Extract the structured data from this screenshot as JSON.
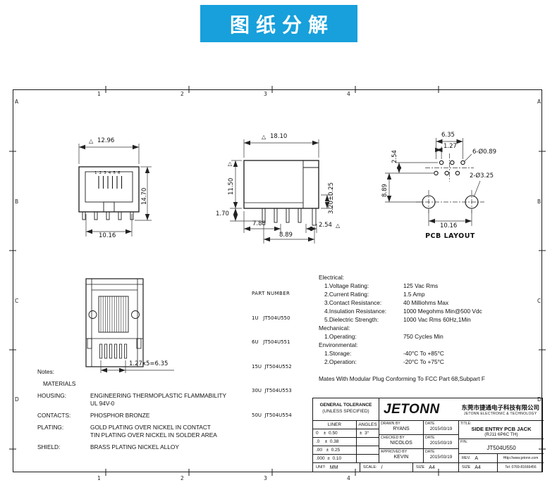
{
  "banner": {
    "title": "图纸分解",
    "bg_color": "#17a0db"
  },
  "zones": {
    "cols": [
      "1",
      "2",
      "3",
      "4"
    ],
    "rows": [
      "A",
      "B",
      "C",
      "D"
    ]
  },
  "symbols": {
    "rev_triangle": "△"
  },
  "views": {
    "front": {
      "pin_numbers": "123456",
      "dims": {
        "width": "12.96",
        "height": "14.70",
        "bottom_width": "10.16"
      }
    },
    "side": {
      "dims": {
        "width": "18.10",
        "height": "11.50",
        "standoff": "1.70",
        "front_depth": "7.88",
        "pin_offset": "2.54",
        "pin_span": "8.89",
        "thickness": "3.20±0.25"
      }
    },
    "pcb": {
      "label": "PCB LAYOUT",
      "dims": {
        "row_span": "6.35",
        "pitch": "1.27",
        "row_gap": "2.54",
        "hole_note_small": "6-Ø0.89",
        "hole_note_big": "2-Ø3.25",
        "vertical": "8.89",
        "mount_span": "10.16"
      }
    },
    "bottom": {
      "dims": {
        "pitch_total": "1.27x5=6.35"
      }
    }
  },
  "part_table": {
    "header": "PART NUMBER",
    "rows": [
      "1U   JT504U550",
      "6U   JT504U551",
      "15U  JT504U552",
      "30U  JT504U553",
      "50U  JT504U554"
    ]
  },
  "specs": {
    "electrical_title": "Electrical:",
    "electrical": [
      {
        "label": "1.Voltage Rating:",
        "value": "125 Vac Rms"
      },
      {
        "label": "2.Current Rating:",
        "value": "1.5 Amp"
      },
      {
        "label": "3.Contact Resistance:",
        "value": "40 Milliohms Max"
      },
      {
        "label": "4.Insulation Resistance:",
        "value": "1000 Megohms Min@500 Vdc"
      },
      {
        "label": "5.Dielectric Strength:",
        "value": "1000 Vac Rms 60Hz,1Min"
      }
    ],
    "mechanical_title": "Mechanical:",
    "mechanical": [
      {
        "label": "1.Operating:",
        "value": "750 Cycles Min"
      }
    ],
    "environmental_title": "Environmental:",
    "environmental": [
      {
        "label": "1.Storage:",
        "value": "-40°C To +85°C"
      },
      {
        "label": "2.Operation:",
        "value": "-20°C To +75°C"
      }
    ],
    "mates_note": "Mates With Modular Plug Conforming To FCC Part 68,Subpart F"
  },
  "notes": {
    "title": "Notes:",
    "materials": "MATERIALS",
    "items": [
      {
        "label": "HOUSING:",
        "line1": "ENGINEERING THERMOPLASTIC FLAMMABILITY",
        "line2": "UL 94V-0"
      },
      {
        "label": "CONTACTS:",
        "line1": "PHOSPHOR BRONZE",
        "line2": ""
      },
      {
        "label": "PLATING:",
        "line1": "GOLD PLATING OVER NICKEL IN CONTACT",
        "line2": "TIN PLATING OVER NICKEL IN SOLDER AREA"
      },
      {
        "label": "SHIELD:",
        "line1": "BRASS PLATING NICKEL ALLOY",
        "line2": ""
      }
    ]
  },
  "titleblock": {
    "general_tolerance_1": "GENERAL TOLERANCE",
    "general_tolerance_2": "(UNLESS SPECIFIED)",
    "liner_label": "LINER",
    "angles_label": "ANGLES",
    "tol_liner": [
      "0    ±  0.50",
      ".0    ±  0.38",
      ".00   ±  0.25",
      ".000  ±  0.10"
    ],
    "tol_angle": "±  3°",
    "logo": "JETONN",
    "company_cn": "东莞市捷通电子科技有限公司",
    "company_en": "JETONN ELECTRONIC & TECHNOLOGY",
    "drawn_label": "DRAWN BY",
    "drawn_by": "RYANS",
    "checked_label": "CHECKED BY",
    "checked_by": "NICOLOS",
    "approved_label": "APPROVED BY",
    "approved_by": "KEVIN",
    "date_label": "DATE",
    "date": "2015/03/19",
    "title_label": "TITLE:",
    "title_line1": "SIDE ENTRY PCB JACK",
    "title_line2": "(RJ11 6P6C TH)",
    "pn_label": "P/N.",
    "pn": "JT504U550",
    "rev_label": "REV.",
    "rev": "A",
    "web": "Http://www.jetonn.com",
    "tel": "Tel: 0769-81666456",
    "unit_label": "UNIT:",
    "unit": "MM",
    "scale_label": "SCALE:",
    "scale": "/",
    "size_label": "SIZE",
    "size": "A4"
  }
}
